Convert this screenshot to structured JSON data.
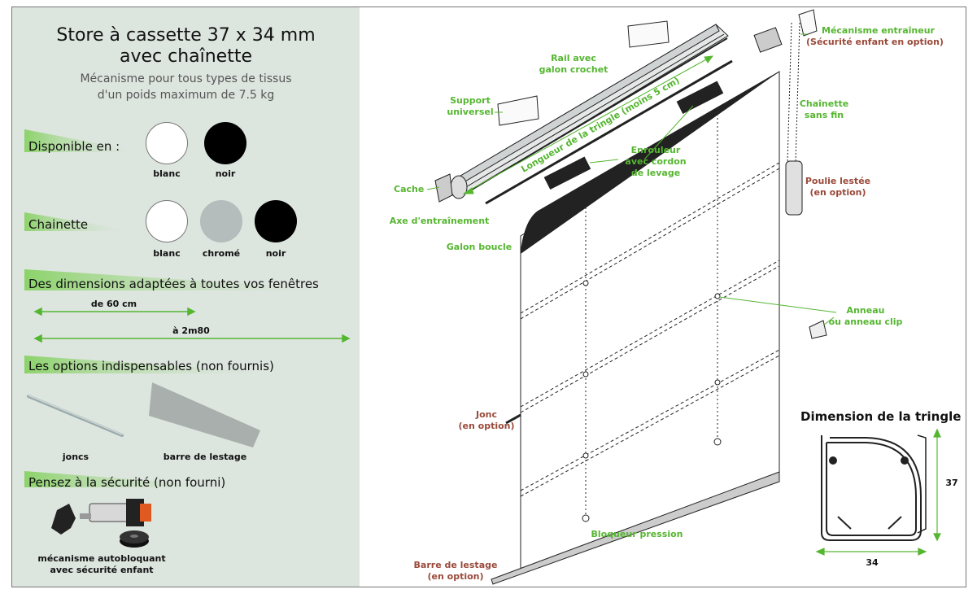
{
  "header": {
    "title_line1": "Store à cassette 37 x 34 mm",
    "title_line2": "avec chaînette",
    "subtitle_line1": "Mécanisme pour tous types de tissus",
    "subtitle_line2": "d'un poids maximum de 7.5 kg"
  },
  "available": {
    "heading": "Disponible en :",
    "colors": [
      {
        "label": "blanc",
        "color": "#ffffff"
      },
      {
        "label": "noir",
        "color": "#000000"
      }
    ]
  },
  "chain": {
    "heading": "Chainette",
    "colors": [
      {
        "label": "blanc",
        "color": "#ffffff"
      },
      {
        "label": "chromé",
        "color": "#b4bcbc"
      },
      {
        "label": "noir",
        "color": "#000000"
      }
    ]
  },
  "dimensions": {
    "heading": "Des dimensions adaptées à toutes vos fenêtres",
    "min_label": "de 60 cm",
    "max_label": "à 2m80"
  },
  "options": {
    "heading": "Les options indispensables (non fournis)",
    "items": [
      "joncs",
      "barre de lestage"
    ]
  },
  "safety": {
    "heading": "Pensez à la sécurité (non fourni)",
    "item_line1": "mécanisme autobloquant",
    "item_line2": "avec sécurité enfant"
  },
  "diagram": {
    "mechanism_line1": "Mécanisme entraîneur",
    "mechanism_line2": "(Sécurité enfant en option)",
    "rail_line1": "Rail avec",
    "rail_line2": "galon crochet",
    "support_line1": "Support",
    "support_line2": "universel",
    "chain_line1": "Chaînette",
    "chain_line2": "sans fin",
    "length_label": "Longueur de la tringle (moins 5 cm)",
    "winder_line1": "Enrouleur",
    "winder_line2": "avec cordon",
    "winder_line3": "de levage",
    "pulley_line1": "Poulie lestée",
    "pulley_line2": "(en option)",
    "cache": "Cache",
    "axis": "Axe d'entraînement",
    "loop": "Galon boucle",
    "ring_line1": "Anneau",
    "ring_line2": "ou anneau clip",
    "rod_line1": "Jonc",
    "rod_line2": "(en option)",
    "lock": "Bloqueur pression",
    "weight_line1": "Barre de lestage",
    "weight_line2": "(en option)",
    "dim_title": "Dimension de la tringle",
    "dim_height": "37",
    "dim_width": "34"
  },
  "colors": {
    "accent": "#55b630",
    "option_text": "#9a4a3a",
    "panel": "#dde5df"
  }
}
